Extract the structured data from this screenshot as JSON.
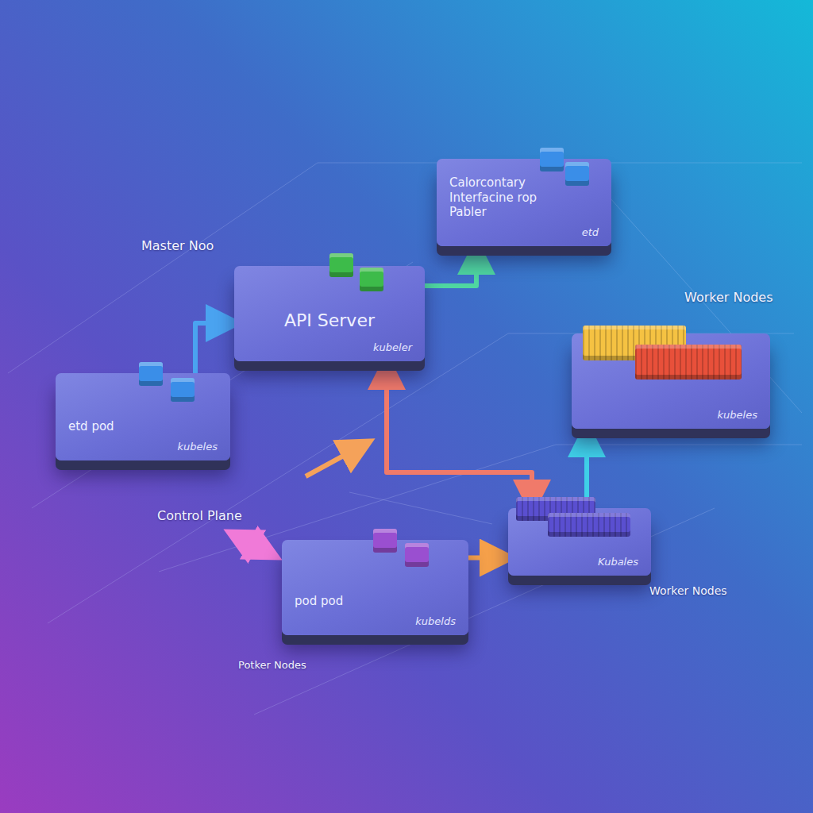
{
  "diagram": {
    "nodes": [
      {
        "text": [
          "Calorcontary Interfacine rop Pabler",
          "etd"
        ]
      },
      {
        "text": [
          "API Server",
          "kubeler"
        ]
      },
      {
        "text": [
          "kubeles"
        ]
      },
      {
        "text": [
          "etd pod",
          "kubeles"
        ]
      },
      {
        "text": [
          "pod pod",
          "kubelds"
        ]
      },
      {
        "text": [
          "Kubales"
        ]
      }
    ],
    "edges": [
      {
        "from": 3,
        "to": 1,
        "arrow": "to"
      },
      {
        "from": 1,
        "to": 0,
        "arrow": "to"
      },
      {
        "from": 5,
        "to": 2,
        "arrow": "to"
      },
      {
        "from": 4,
        "to": 5,
        "arrow": "to"
      },
      {
        "from": 1,
        "to": 5,
        "arrow": "both"
      }
    ],
    "labels": [
      "Master Noo",
      "Worker Nodes",
      "Control Plane",
      "Worker Nodes",
      "Potker Nodes"
    ]
  }
}
